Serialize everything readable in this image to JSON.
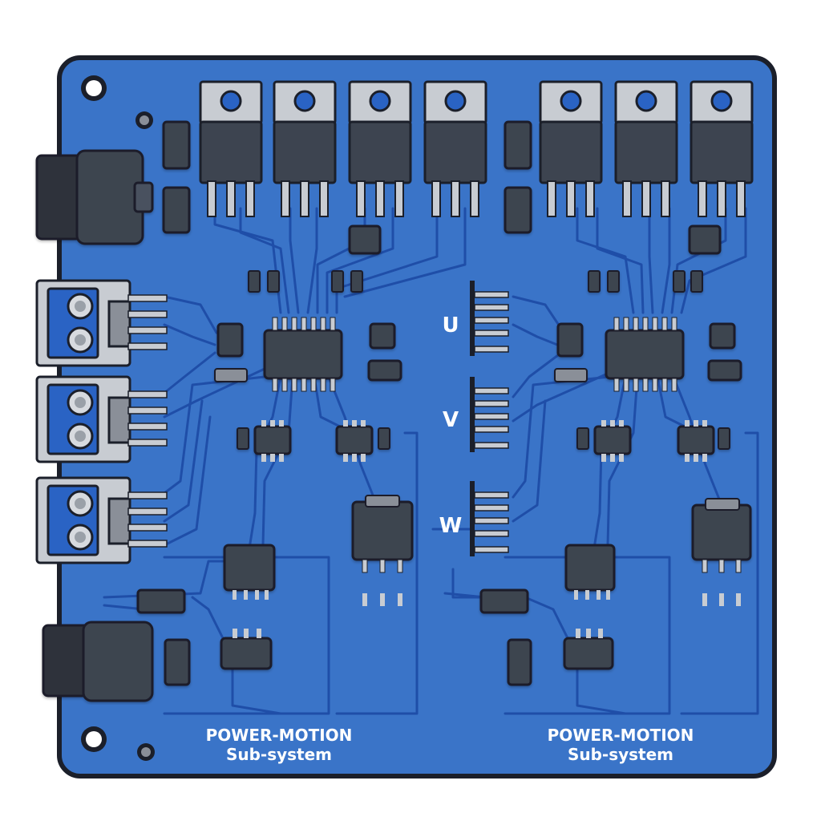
{
  "colors": {
    "board": "#3a74c8",
    "board_edge": "#1b1f2a",
    "trace": "#1f4ea8",
    "component": "#3d4450",
    "pin": "#c8ccd2",
    "label": "#ffffff",
    "terminal": "#2a63c4"
  },
  "phase_labels": {
    "u": "U",
    "v": "V",
    "w": "W"
  },
  "subsystems": [
    {
      "line1": "POWER-MOTION",
      "line2": "Sub-system"
    },
    {
      "line1": "POWER-MOTION",
      "line2": "Sub-system"
    }
  ]
}
